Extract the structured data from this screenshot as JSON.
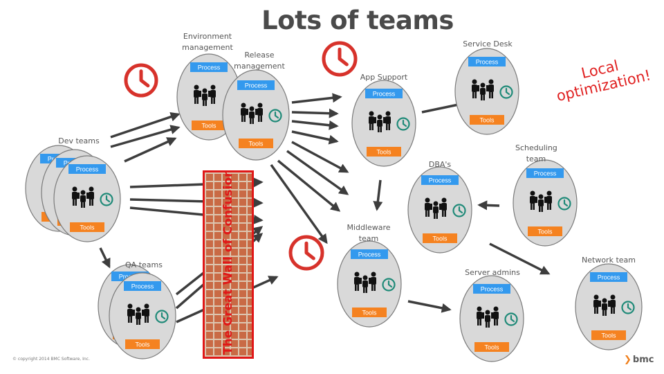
{
  "slide": {
    "title": "Lots of teams",
    "annotation": "Local optimization!",
    "wall_label": "The Great Wall of Confusion",
    "copyright": "© copyright 2014 BMC Software, Inc.",
    "logo_text": "bmc"
  },
  "node_labels": {
    "process": "Process",
    "tools": "Tools"
  },
  "teams": [
    {
      "name": "Environment management"
    },
    {
      "name": "Release management"
    },
    {
      "name": "App Support"
    },
    {
      "name": "Service Desk"
    },
    {
      "name": "Dev teams"
    },
    {
      "name": "QA teams"
    },
    {
      "name": "Middleware team"
    },
    {
      "name": "DBA's"
    },
    {
      "name": "Scheduling team"
    },
    {
      "name": "Server admins"
    },
    {
      "name": "Network team"
    }
  ],
  "colors": {
    "process_box": "#3399ee",
    "tools_box": "#f58220",
    "clock_big": "#d7322b",
    "clock_small": "#1f8a78",
    "wall_border": "#e01818",
    "arrow": "#3d3d3d"
  },
  "icons": [
    "clock-icon",
    "people-icon",
    "brick-wall"
  ]
}
